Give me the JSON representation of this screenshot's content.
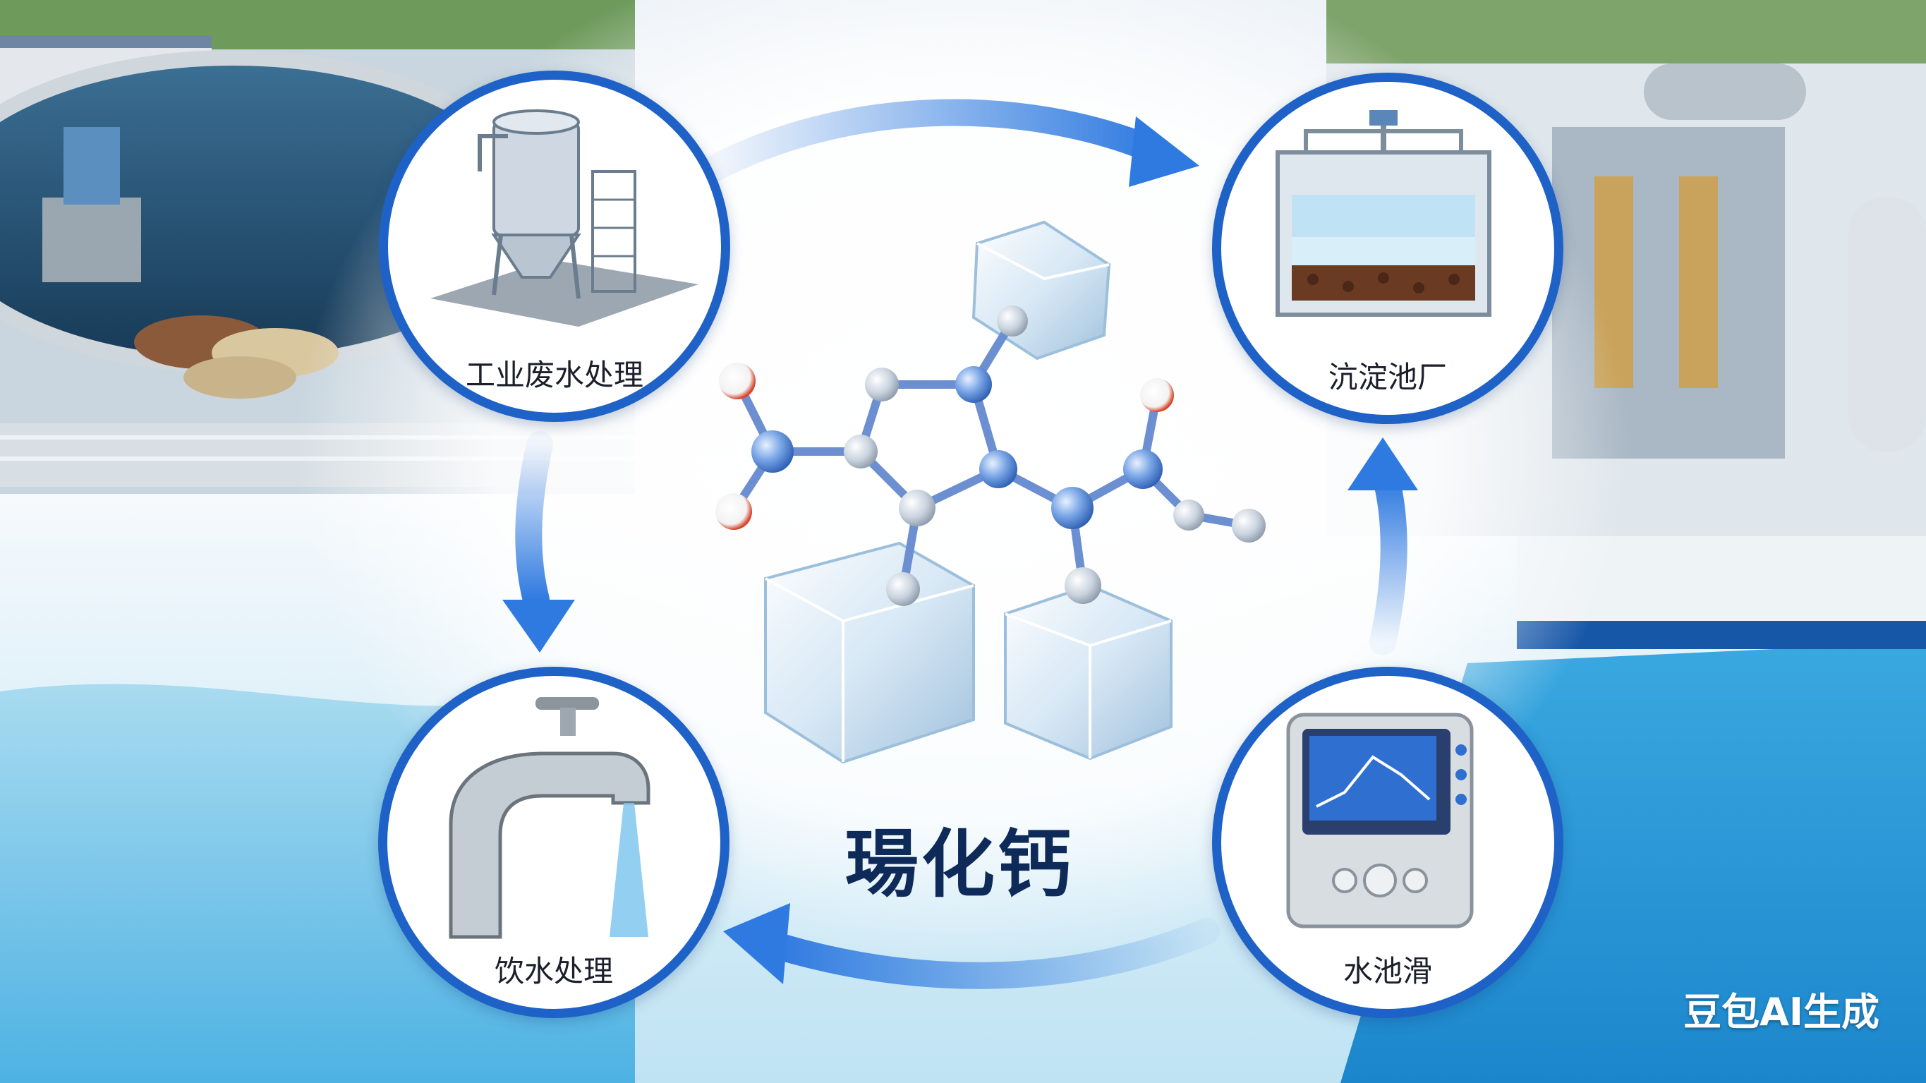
{
  "title": "瑒化钙",
  "nodes": [
    {
      "id": "top-left",
      "label": "工业废水处理",
      "icon": "settling-tank-icon"
    },
    {
      "id": "top-right",
      "label": "沆淀池厂",
      "icon": "sedimentation-filter-icon"
    },
    {
      "id": "bottom-left",
      "label": "饮水处理",
      "icon": "faucet-icon"
    },
    {
      "id": "bottom-right",
      "label": "水池滑",
      "icon": "water-monitor-icon"
    }
  ],
  "watermark": "豆包AI生成",
  "colors": {
    "ring": "#1f62c7",
    "arrow": "#2f7ae0",
    "title": "#0e2a59",
    "water": "#5fc0ea"
  }
}
